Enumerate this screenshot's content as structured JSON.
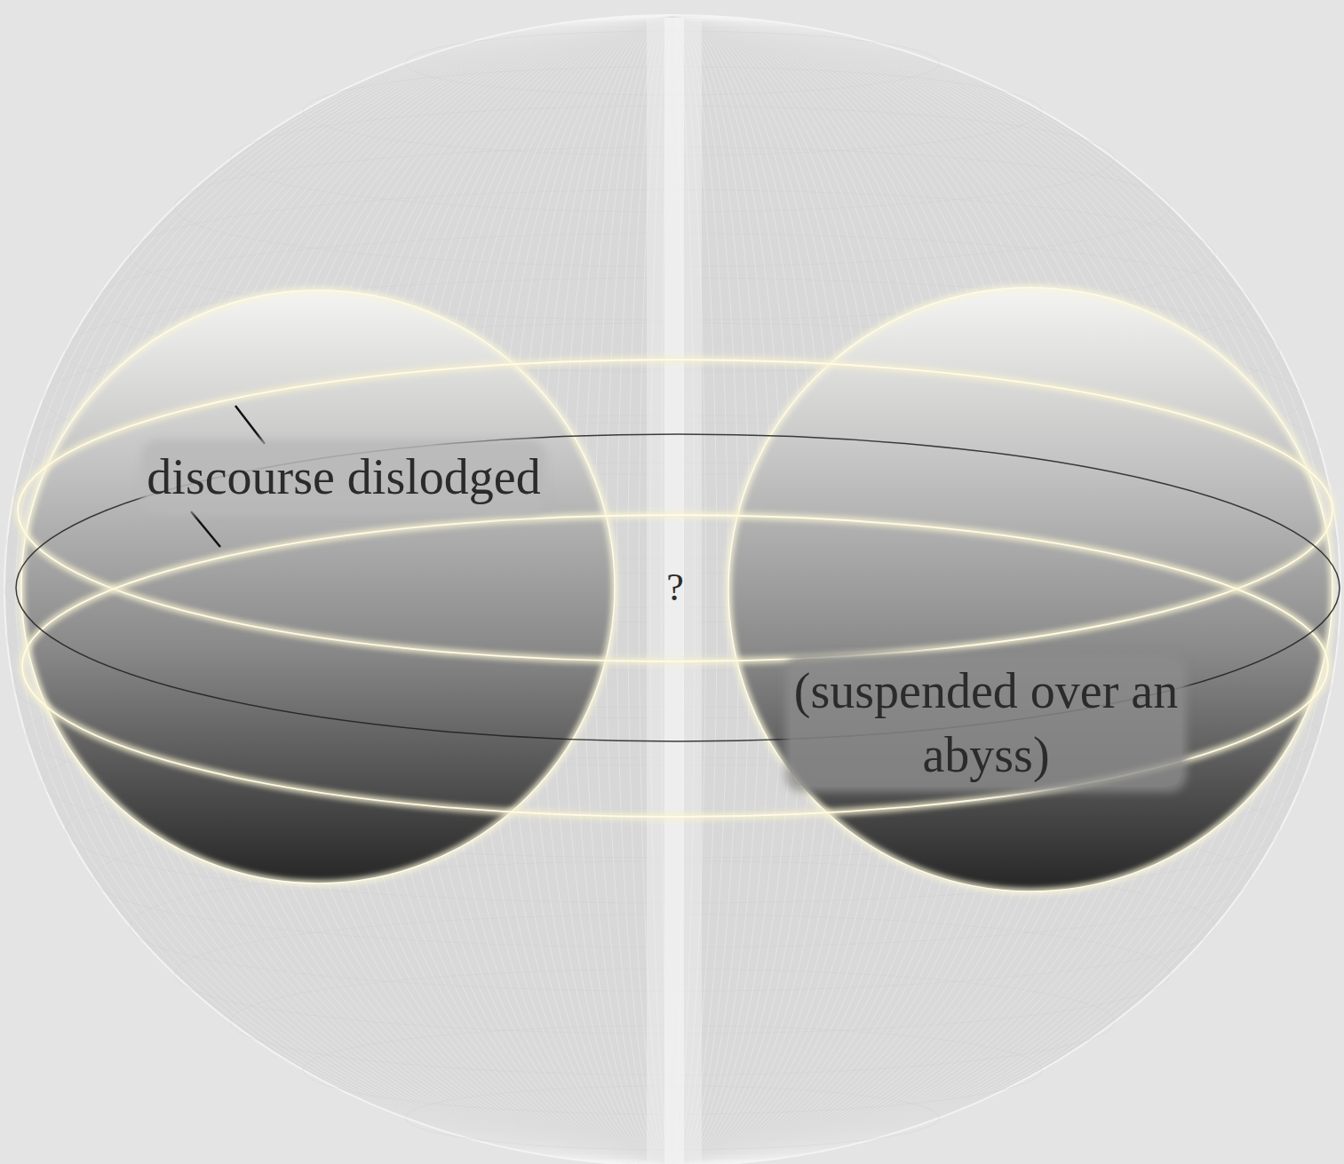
{
  "diagram": {
    "nodes": [
      {
        "text": [
          "discourse dislodged"
        ]
      },
      {
        "text": [
          "(suspended over an abyss)"
        ]
      }
    ],
    "labels": [
      "?"
    ]
  }
}
